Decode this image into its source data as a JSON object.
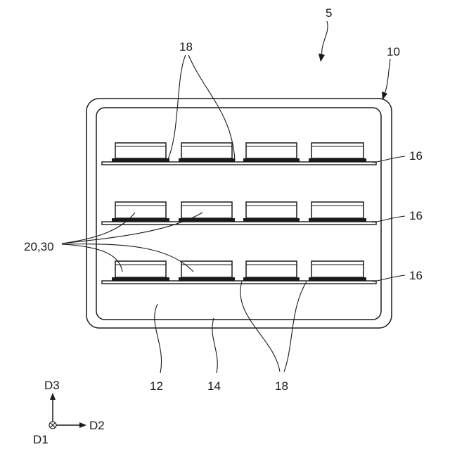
{
  "labels": {
    "device": "5",
    "housing": "10",
    "inner": "12",
    "bottom": "14",
    "shelf_1": "16",
    "shelf_2": "16",
    "shelf_3": "16",
    "support_top": "18",
    "support_bottom": "18",
    "component": "20,30"
  },
  "axes": {
    "d1": "D1",
    "d2": "D2",
    "d3": "D3"
  },
  "diagram": {
    "rows": 3,
    "columns": 4
  }
}
